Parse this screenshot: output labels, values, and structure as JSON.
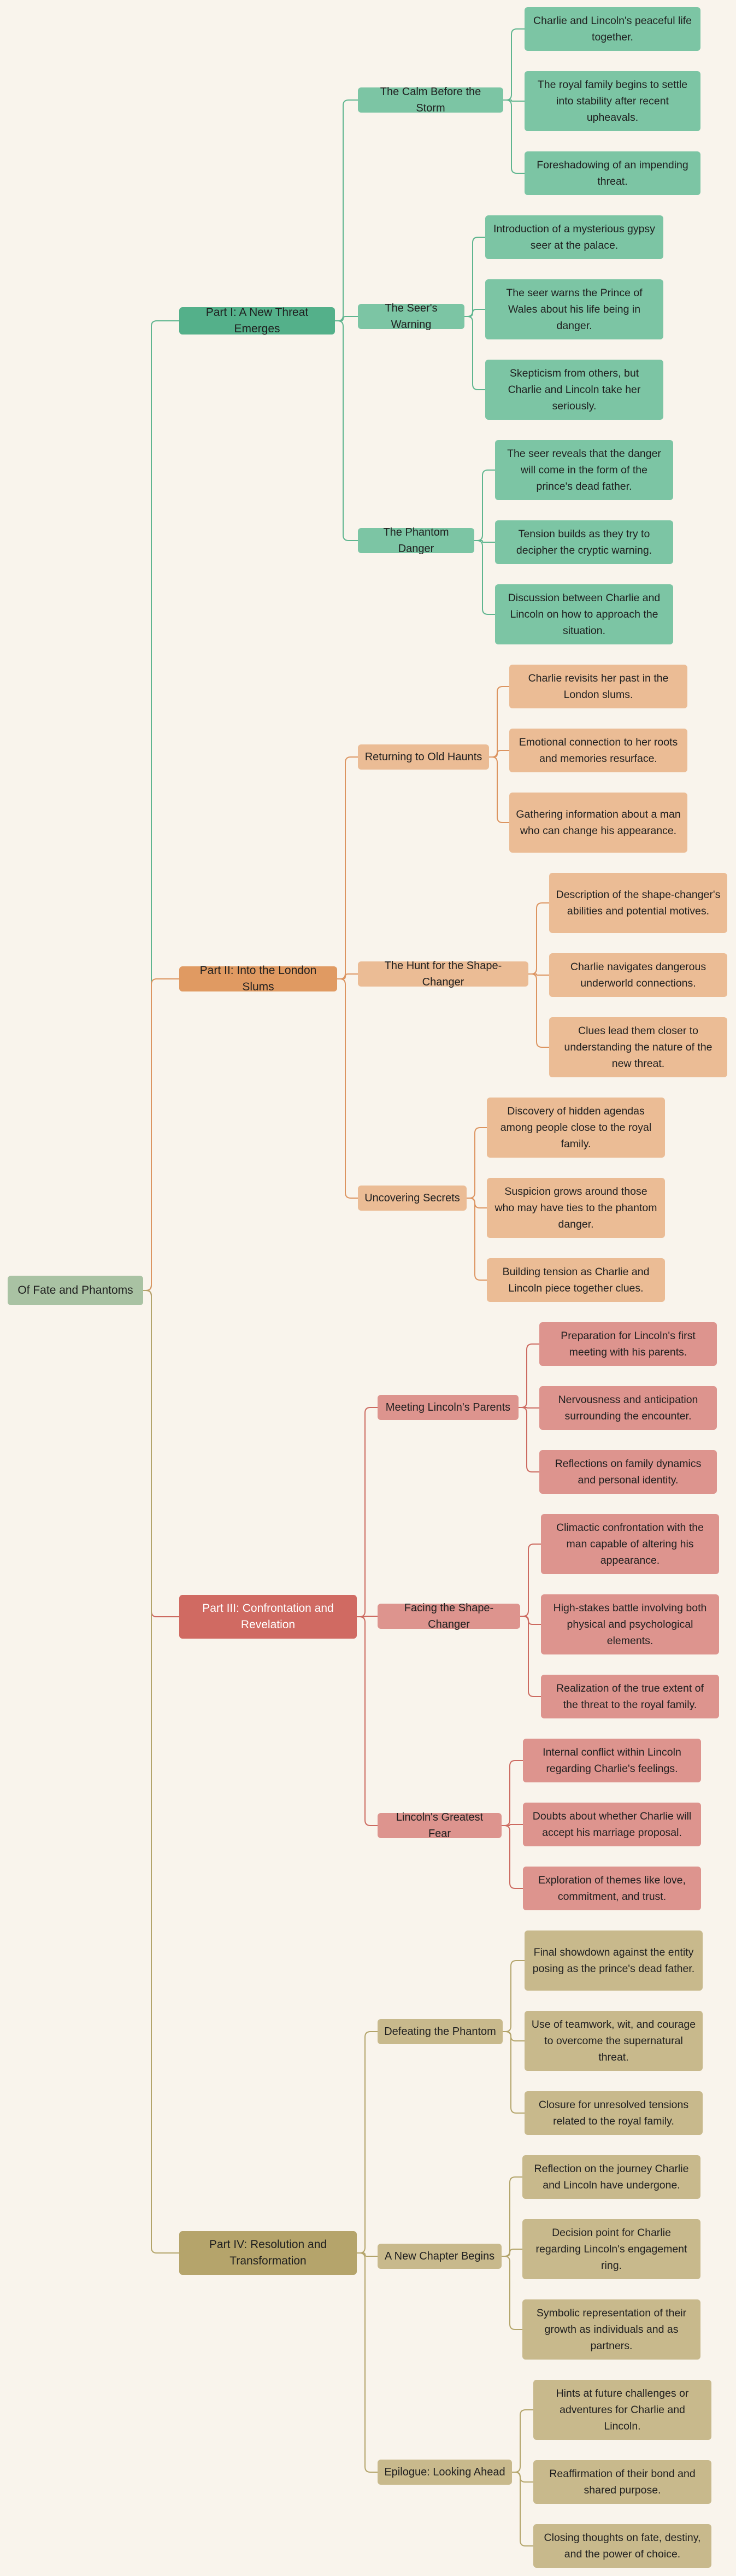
{
  "root": {
    "label": "Of Fate and Phantoms",
    "color": "#a9c2a3"
  },
  "parts": [
    {
      "label": "Part I: A New Threat Emerges",
      "colors": {
        "section": "#54b08a",
        "sub": "#7cc5a4",
        "leaf": "#7cc5a4",
        "line": "#5fb58f",
        "sectionText": "#1f1f1f"
      },
      "chapters": [
        {
          "label": "The Calm Before the Storm",
          "points": [
            "Charlie and Lincoln's peaceful life together.",
            "The royal family begins to settle into stability after recent upheavals.",
            "Foreshadowing of an impending threat."
          ]
        },
        {
          "label": "The Seer's Warning",
          "points": [
            "Introduction of a mysterious gypsy seer at the palace.",
            "The seer warns the Prince of Wales about his life being in danger.",
            "Skepticism from others, but Charlie and Lincoln take her seriously."
          ]
        },
        {
          "label": "The Phantom Danger",
          "points": [
            "The seer reveals that the danger will come in the form of the prince's dead father.",
            "Tension builds as they try to decipher the cryptic warning.",
            "Discussion between Charlie and Lincoln on how to approach the situation."
          ]
        }
      ]
    },
    {
      "label": "Part II: Into the London Slums",
      "colors": {
        "section": "#e09a62",
        "sub": "#ebbc95",
        "leaf": "#ebbc95",
        "line": "#dc9460",
        "sectionText": "#1f1f1f"
      },
      "chapters": [
        {
          "label": "Returning to Old Haunts",
          "points": [
            "Charlie revisits her past in the London slums.",
            "Emotional connection to her roots and memories resurface.",
            "Gathering information about a man who can change his appearance."
          ]
        },
        {
          "label": "The Hunt for the Shape-Changer",
          "points": [
            "Description of the shape-changer's abilities and potential motives.",
            "Charlie navigates dangerous underworld connections.",
            "Clues lead them closer to understanding the nature of the new threat."
          ]
        },
        {
          "label": "Uncovering Secrets",
          "points": [
            "Discovery of hidden agendas among people close to the royal family.",
            "Suspicion grows around those who may have ties to the phantom danger.",
            "Building tension as Charlie and Lincoln piece together clues."
          ]
        }
      ]
    },
    {
      "label": "Part III: Confrontation and Revelation",
      "colors": {
        "section": "#d06a62",
        "sub": "#dd948e",
        "leaf": "#dd948e",
        "line": "#cc6a60",
        "sectionText": "#ffffff"
      },
      "chapters": [
        {
          "label": "Meeting Lincoln's Parents",
          "points": [
            "Preparation for Lincoln's first meeting with his parents.",
            "Nervousness and anticipation surrounding the encounter.",
            "Reflections on family dynamics and personal identity."
          ]
        },
        {
          "label": "Facing the Shape-Changer",
          "points": [
            "Climactic confrontation with the man capable of altering his appearance.",
            "High-stakes battle involving both physical and psychological elements.",
            "Realization of the true extent of the threat to the royal family."
          ]
        },
        {
          "label": "Lincoln's Greatest Fear",
          "points": [
            "Internal conflict within Lincoln regarding Charlie's feelings.",
            "Doubts about whether Charlie will accept his marriage proposal.",
            "Exploration of themes like love, commitment, and trust."
          ]
        }
      ]
    },
    {
      "label": "Part IV: Resolution and Transformation",
      "colors": {
        "section": "#b5a46b",
        "sub": "#c8b98c",
        "leaf": "#c8b98c",
        "line": "#b3a46a",
        "sectionText": "#1f1f1f"
      },
      "chapters": [
        {
          "label": "Defeating the Phantom",
          "points": [
            "Final showdown against the entity posing as the prince's dead father.",
            "Use of teamwork, wit, and courage to overcome the supernatural threat.",
            "Closure for unresolved tensions related to the royal family."
          ]
        },
        {
          "label": "A New Chapter Begins",
          "points": [
            "Reflection on the journey Charlie and Lincoln have undergone.",
            "Decision point for Charlie regarding Lincoln's engagement ring.",
            "Symbolic representation of their growth as individuals and as partners."
          ]
        },
        {
          "label": "Epilogue: Looking Ahead",
          "points": [
            "Hints at future challenges or adventures for Charlie and Lincoln.",
            "Reaffirmation of their bond and shared purpose.",
            "Closing thoughts on fate, destiny, and the power of choice."
          ]
        }
      ]
    }
  ]
}
